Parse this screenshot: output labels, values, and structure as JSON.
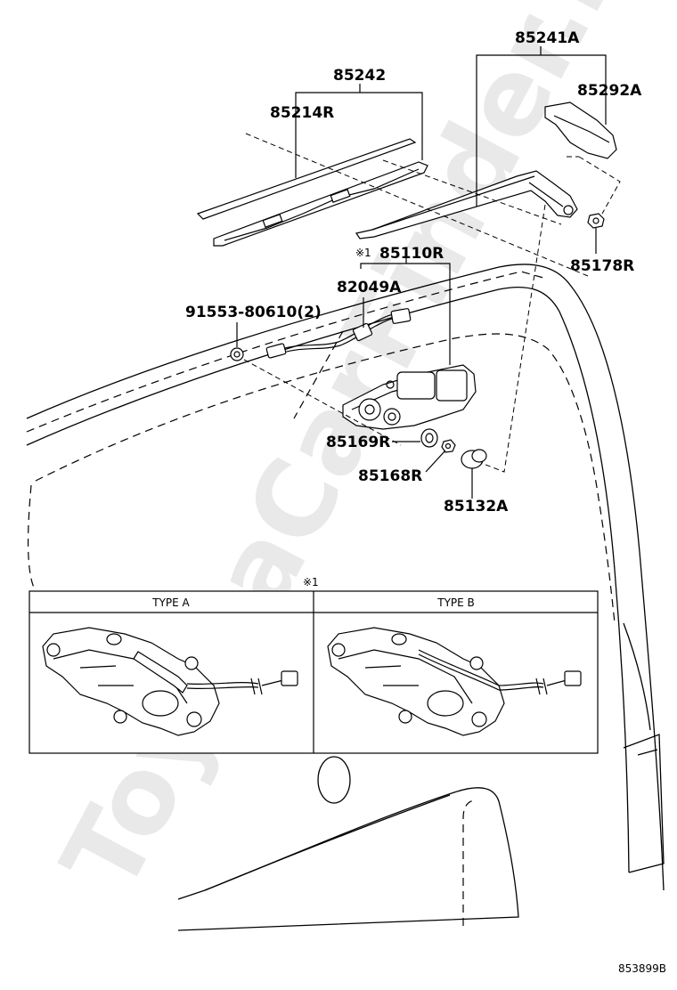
{
  "diagram": {
    "watermark": "ToyotaCarFinder.ru",
    "figure_id": "853899B",
    "parts": {
      "p85241A": "85241A",
      "p85242": "85242",
      "p85214R": "85214R",
      "p85292A": "85292A",
      "p85178R": "85178R",
      "p85110R": "85110R",
      "p85110R_mark": "※1",
      "p82049A": "82049A",
      "p91553": "91553-80610(2)",
      "p85169R": "85169R",
      "p85168R": "85168R",
      "p85132A": "85132A"
    },
    "variants": {
      "mark": "※1",
      "type_a": "TYPE A",
      "type_b": "TYPE B"
    }
  }
}
